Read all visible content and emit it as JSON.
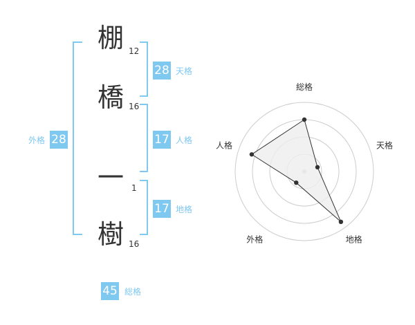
{
  "name": {
    "chars": [
      {
        "char": "棚",
        "strokes": "12"
      },
      {
        "char": "橋",
        "strokes": "16"
      },
      {
        "char": "一",
        "strokes": "1"
      },
      {
        "char": "樹",
        "strokes": "16"
      }
    ]
  },
  "fortune": {
    "tenkaku": {
      "value": "28",
      "label": "天格"
    },
    "jinkaku": {
      "value": "17",
      "label": "人格"
    },
    "chikaku": {
      "value": "17",
      "label": "地格"
    },
    "gaikaku": {
      "value": "28",
      "label": "外格"
    },
    "soukaku": {
      "value": "45",
      "label": "総格"
    }
  },
  "colors": {
    "accent": "#7fc8f0",
    "text": "#333333",
    "grid": "#cccccc",
    "polygon_fill": "#eeeeee"
  },
  "chart_data": {
    "type": "radar",
    "axes": [
      "総格",
      "天格",
      "地格",
      "外格",
      "人格"
    ],
    "values": [
      0.75,
      0.2,
      0.9,
      0.2,
      0.8
    ],
    "range": [
      0,
      1
    ],
    "rings": 4
  }
}
